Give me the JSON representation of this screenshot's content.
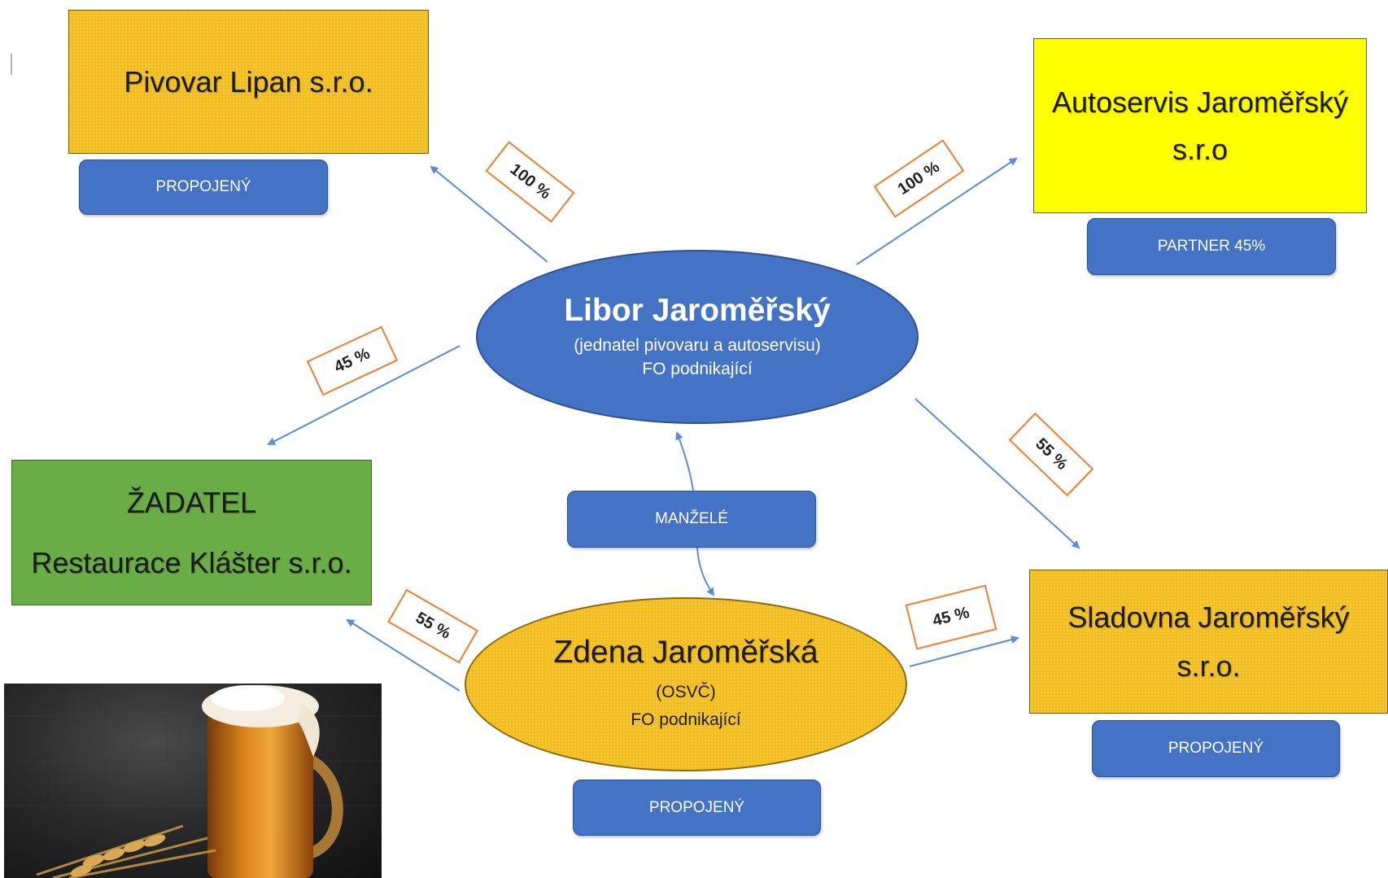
{
  "nodes": {
    "pivovar": {
      "label": "Pivovar Lipan s.r.o.",
      "status": "PROPOJENÝ"
    },
    "autoservis": {
      "label_line1": "Autoservis Jaroměřský",
      "label_line2": "s.r.o",
      "status": "PARTNER 45%"
    },
    "zadatel": {
      "label_line1": "ŽADATEL",
      "label_line2": "Restaurace Klášter s.r.o."
    },
    "sladovna": {
      "label_line1": "Sladovna Jaroměřský",
      "label_line2": "s.r.o.",
      "status": "PROPOJENÝ"
    },
    "libor": {
      "name": "Libor Jaroměřský",
      "line1": "(jednatel pivovaru a autoservisu)",
      "line2": "FO podnikající"
    },
    "zdena": {
      "name": "Zdena Jaroměřská",
      "line1": "(OSVČ)",
      "line2": "FO podnikající",
      "status": "PROPOJENÝ"
    },
    "manzele": "MANŽELÉ"
  },
  "edges": {
    "libor_pivovar": "100 %",
    "libor_autoservis": "100 %",
    "libor_zadatel": "45 %",
    "libor_sladovna": "55 %",
    "zdena_zadatel": "55 %",
    "zdena_sladovna": "45 %"
  },
  "colors": {
    "blue": "#4472c4",
    "orange_fill": "#f2be1e",
    "yellow_fill": "#ffff00",
    "green_fill": "#6aac46",
    "pct_border": "#ed7d31",
    "arrow": "#5b8ccf"
  }
}
